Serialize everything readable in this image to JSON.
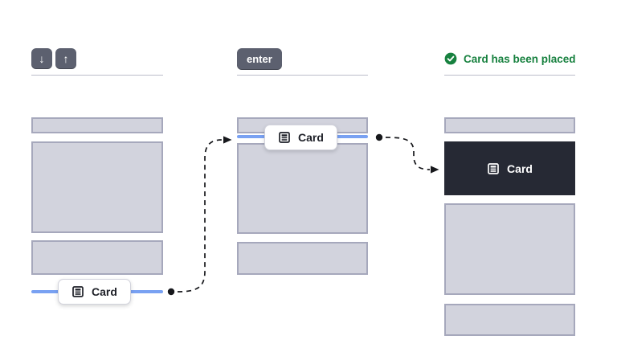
{
  "diagram": {
    "title": "keyboard drag-and-drop card placement",
    "steps": [
      {
        "name": "navigate-with-arrow-keys",
        "keys": [
          "↓",
          "↑"
        ],
        "card_label": "Card"
      },
      {
        "name": "confirm-with-enter",
        "keys": [
          "enter"
        ],
        "card_label": "Card"
      },
      {
        "name": "result",
        "status_text": "Card has been placed",
        "card_label": "Card"
      }
    ],
    "colors": {
      "placeholder_fill": "#d2d3dd",
      "placeholder_border": "#a6a8bc",
      "keycap_bg": "#5c606f",
      "drop_indicator_blue": "#79a1f2",
      "dark_card_bg": "#262934",
      "success_green": "#17813f",
      "arrow_stroke": "#17181c"
    }
  }
}
